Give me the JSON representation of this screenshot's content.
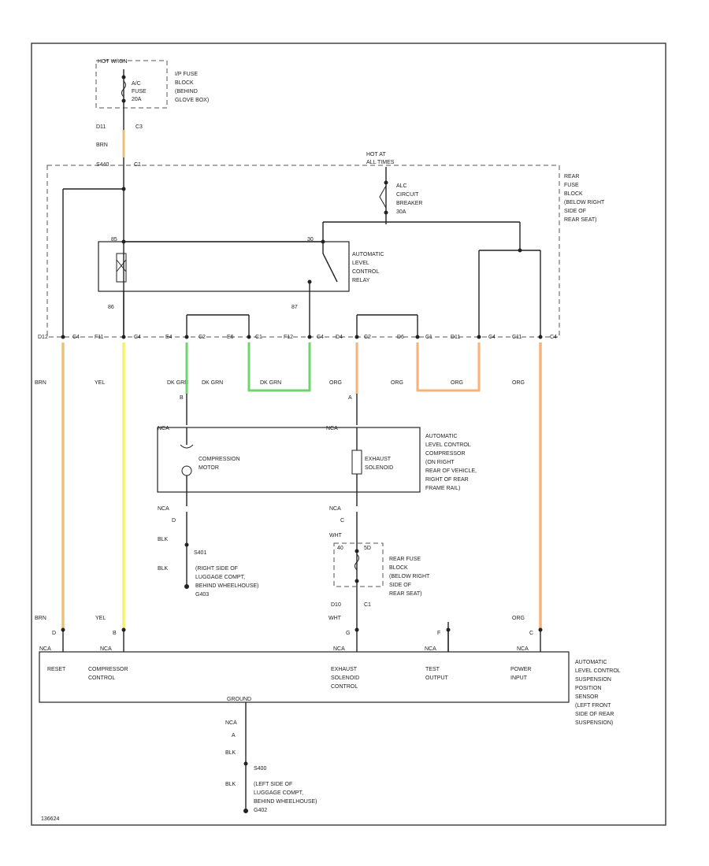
{
  "colors": {
    "brn_wire": "#e8c27a",
    "yel_wire": "#f5f266",
    "grn_wire": "#6fd36f",
    "org_wire": "#f7b27a",
    "line": "#222222",
    "frame": "#444444"
  },
  "top_fuse": {
    "hot_label": "HOT W/IGN",
    "fuse_label": "A/C\nFUSE\n20A",
    "block_label": "I/P FUSE\nBLOCK\n(BEHIND\nGLOVE BOX)",
    "connector_left": "D11",
    "connector_right": "C3",
    "wire_label": "BRN",
    "splice_left": "S440",
    "splice_right": "C1"
  },
  "rear_fuse_block": {
    "label": "REAR\nFUSE\nBLOCK\n(BELOW RIGHT\nSIDE OF\nREAR SEAT)",
    "hot_label": "HOT AT\nALL TIMES",
    "breaker_label": "ALC\nCIRCUIT\nBREAKER\n30A",
    "relay_label": "AUTOMATIC\nLEVEL\nCONTROL\nRELAY",
    "relay_pin_left": "86",
    "relay_pin_right": "87",
    "relay_pin_top_left": "85",
    "relay_pin_top_right": "30"
  },
  "connector_row": [
    "D12",
    "C4",
    "F11",
    "C4",
    "E4",
    "C2",
    "E6",
    "C1",
    "F12",
    "C4",
    "D4",
    "C2",
    "D6",
    "C1",
    "D11",
    "C4",
    "C11",
    "C4"
  ],
  "wire_row": [
    "BRN",
    "YEL",
    "DK GRN",
    "DK GRN",
    "DK GRN",
    "ORG",
    "ORG",
    "ORG",
    "ORG"
  ],
  "compressor": {
    "pin_b": "B",
    "pin_a": "A",
    "nca_left": "NCA",
    "nca_right": "NCA",
    "motor_label": "COMPRESSION\nMOTOR",
    "solenoid_label": "EXHAUST\nSOLENOID",
    "assembly_label": "AUTOMATIC\nLEVEL CONTROL\nCOMPRESSOR\n(ON RIGHT\nREAR OF VEHICLE,\nRIGHT OF REAR\nFRAME RAIL)",
    "bottom_nca_left": "NCA",
    "bottom_pin_d": "D",
    "bottom_nca_right": "NCA",
    "bottom_pin_c": "C"
  },
  "ground_right": {
    "wire1": "BLK",
    "splice": "S401",
    "wire2": "BLK",
    "label": "(RIGHT SIDE OF\nLUGGAGE COMPT,\nBEHIND WHEELHOUSE)\nG403"
  },
  "rear_fuse2": {
    "wire_top": "WHT",
    "fuse_left": "40",
    "fuse_right": "5D",
    "label": "REAR FUSE\nBLOCK\n(BELOW RIGHT\nSIDE OF\nREAR SEAT)",
    "conn_left": "D10",
    "conn_right": "C1"
  },
  "sensor": {
    "pins": [
      {
        "wire": "BRN",
        "pin": "D",
        "nca": "NCA",
        "label": "RESET"
      },
      {
        "wire": "YEL",
        "pin": "B",
        "nca": "NCA",
        "label": "COMPRESSOR\nCONTROL"
      },
      {
        "wire": "WHT",
        "pin": "G",
        "nca": "NCA",
        "label": "EXHAUST\nSOLENOID\nCONTROL"
      },
      {
        "wire": "",
        "pin": "F",
        "nca": "NCA",
        "label": "TEST\nOUTPUT"
      },
      {
        "wire": "ORG",
        "pin": "C",
        "nca": "NCA",
        "label": "POWER\nINPUT"
      }
    ],
    "label": "AUTOMATIC\nLEVEL CONTROL\nSUSPENSION\nPOSITION\nSENSOR\n(LEFT FRONT\nSIDE OF REAR\nSUSPENSION)",
    "ground_label": "GROUND"
  },
  "ground_bottom": {
    "nca": "NCA",
    "pin": "A",
    "wire1": "BLK",
    "splice": "S400",
    "wire2": "BLK",
    "label": "(LEFT SIDE OF\nLUGGAGE COMPT,\nBEHIND WHEELHOUSE)\nG402"
  },
  "footer_code": "136624"
}
